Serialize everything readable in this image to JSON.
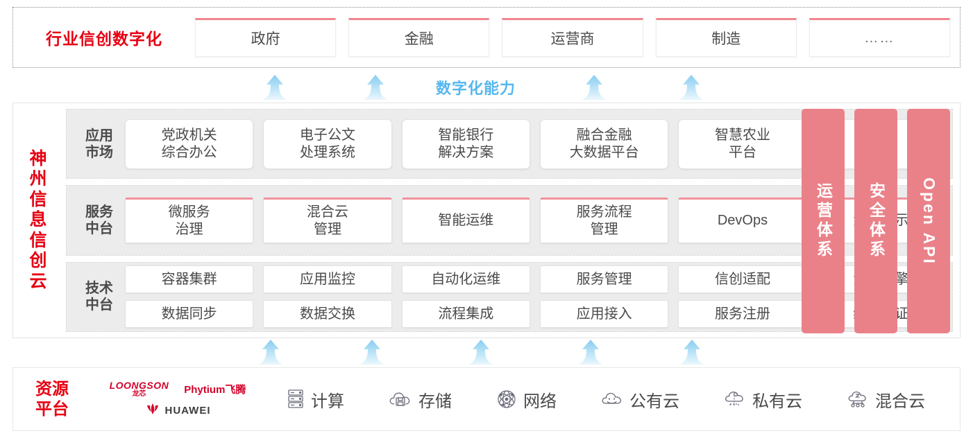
{
  "industry": {
    "title": "行业信创数字化",
    "boxes": [
      {
        "label": "政府"
      },
      {
        "label": "金融"
      },
      {
        "label": "运营商"
      },
      {
        "label": "制造"
      },
      {
        "label": "……"
      }
    ]
  },
  "capability": {
    "label": "数字化能力",
    "arrow_count_top": 4,
    "arrow_count_bottom": 5,
    "arrow_color": "#b9e0f7"
  },
  "cloud": {
    "title": "神州信息信创云",
    "rows": [
      {
        "key": "app-market",
        "label_line1": "应用",
        "label_line2": "市场",
        "cells": [
          {
            "label": "党政机关\n综合办公"
          },
          {
            "label": "电子公文\n处理系统"
          },
          {
            "label": "智能银行\n解决方案"
          },
          {
            "label": "融合金融\n大数据平台"
          },
          {
            "label": "智慧农业\n平台"
          },
          {
            "label": "……"
          }
        ]
      },
      {
        "key": "service-platform",
        "label_line1": "服务",
        "label_line2": "中台",
        "cells": [
          {
            "label": "微服务\n治理"
          },
          {
            "label": "混合云\n管理"
          },
          {
            "label": "智能运维"
          },
          {
            "label": "服务流程\n管理"
          },
          {
            "label": "DevOps"
          },
          {
            "label": "大屏展示"
          }
        ]
      },
      {
        "key": "tech-platform",
        "label_line1": "技术",
        "label_line2": "中台",
        "line1": [
          "容器集群",
          "应用监控",
          "自动化运维",
          "服务管理",
          "信创适配",
          "流程引擎"
        ],
        "line2": [
          "数据同步",
          "数据交换",
          "流程集成",
          "应用接入",
          "服务注册",
          "统一认证"
        ]
      }
    ],
    "pillars": [
      {
        "label": "运营体系",
        "type": "cn"
      },
      {
        "label": "安全体系",
        "type": "cn"
      },
      {
        "label": "Open API",
        "type": "en"
      }
    ],
    "pillar_color": "#ea8189"
  },
  "resource": {
    "title_line1": "资源",
    "title_line2": "平台",
    "logos": [
      {
        "name": "loongson",
        "line1": "LOONGSON",
        "line2": "龙芯"
      },
      {
        "name": "phytium",
        "text": "Phytium飞腾"
      },
      {
        "name": "huawei",
        "text": "HUAWEI"
      }
    ],
    "items": [
      {
        "icon": "server-icon",
        "label": "计算"
      },
      {
        "icon": "cloud-storage-icon",
        "label": "存储"
      },
      {
        "icon": "network-icon",
        "label": "网络"
      },
      {
        "icon": "public-cloud-icon",
        "label": "公有云"
      },
      {
        "icon": "private-cloud-icon",
        "label": "私有云"
      },
      {
        "icon": "hybrid-cloud-icon",
        "label": "混合云"
      }
    ]
  },
  "colors": {
    "brand_red": "#e60012",
    "accent_pink": "#ea8189",
    "arrow_blue": "#b9e0f7",
    "capability_blue": "#56b7ef"
  }
}
